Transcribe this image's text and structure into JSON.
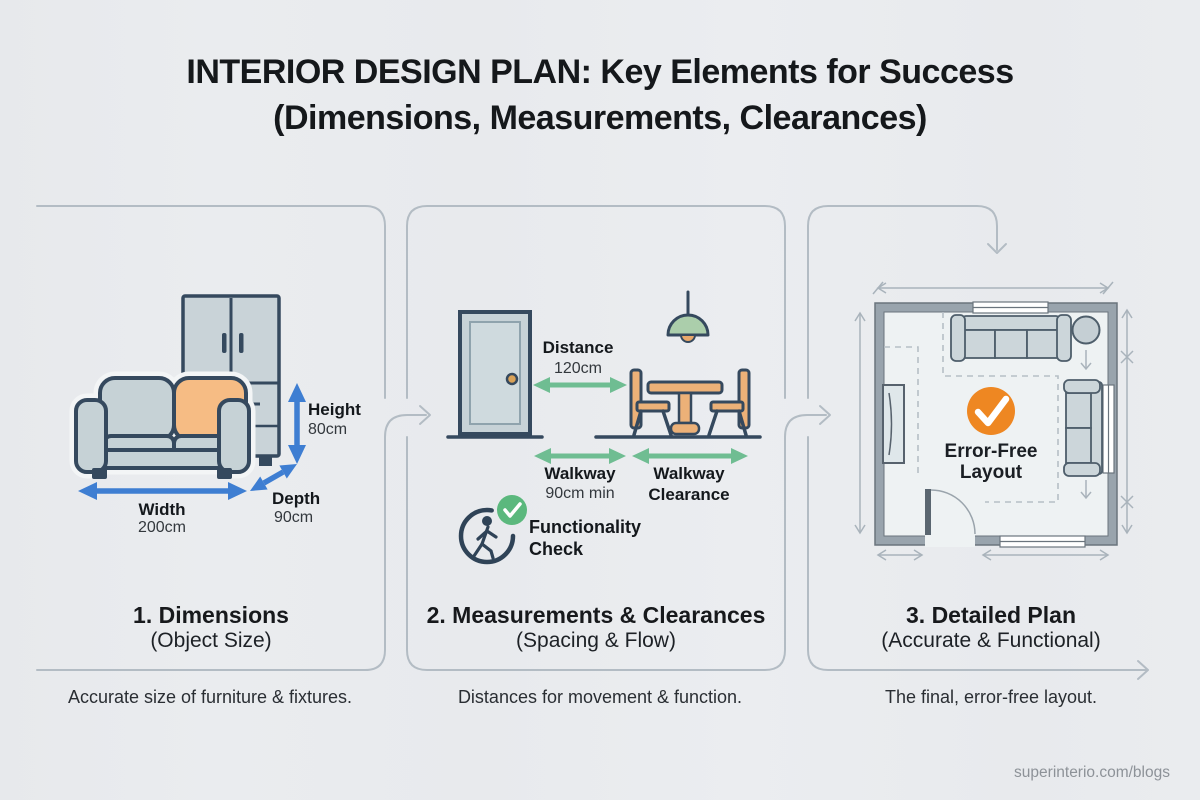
{
  "title": {
    "line1": "INTERIOR DESIGN PLAN: Key Elements for Success",
    "line2": "(Dimensions, Measurements, Clearances)"
  },
  "panels": [
    {
      "heading": "1. Dimensions",
      "subheading": "(Object Size)",
      "caption": "Accurate size of furniture & fixtures."
    },
    {
      "heading": "2. Measurements & Clearances",
      "subheading": "(Spacing & Flow)",
      "caption": "Distances for movement & function."
    },
    {
      "heading": "3. Detailed Plan",
      "subheading": "(Accurate & Functional)",
      "caption": "The final, error-free layout."
    }
  ],
  "panel1": {
    "dimensions": {
      "height": {
        "label": "Height",
        "value": "80cm"
      },
      "width": {
        "label": "Width",
        "value": "200cm"
      },
      "depth": {
        "label": "Depth",
        "value": "90cm"
      }
    }
  },
  "panel2": {
    "annotations": {
      "distance": {
        "label": "Distance",
        "value": "120cm"
      },
      "walkway": {
        "label": "Walkway",
        "value": "90cm min"
      },
      "clearance": {
        "line1": "Walkway",
        "line2": "Clearance"
      },
      "functionality": {
        "line1": "Functionality",
        "line2": "Check"
      }
    }
  },
  "panel3": {
    "badge": {
      "line1": "Error-Free",
      "line2": "Layout"
    }
  },
  "footer": {
    "url": "superinterio.com/blogs"
  },
  "colors": {
    "background": "#e9ebee",
    "panel_border": "#b3bcc4",
    "outline_navy": "#35495e",
    "furniture_fill": "#c9d3d8",
    "cushion_orange": "#f6bc84",
    "accent_blue": "#3e7ed2",
    "accent_green": "#6fbd92",
    "accent_orange": "#ee8722",
    "lamp_sage": "#abceab",
    "wood_tan": "#ecb178",
    "badge_green": "#5bb87d",
    "wall_gray": "#99a4ad",
    "plan_dim_gray": "#a9b3bb",
    "text_dark": "#15181b",
    "text_muted": "#8d9298"
  }
}
